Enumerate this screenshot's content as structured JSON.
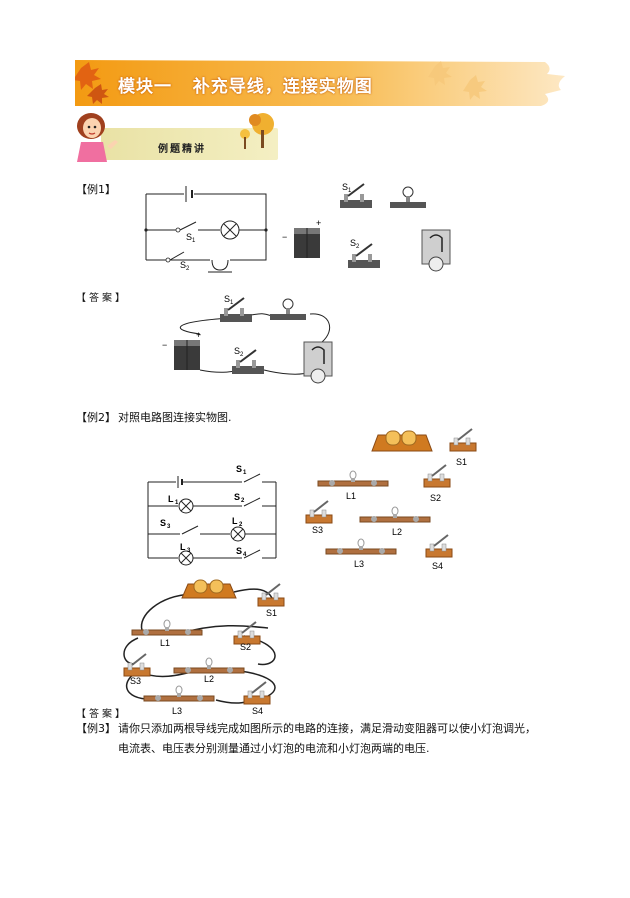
{
  "header": {
    "module_title": "模块一   补充导线，连接实物图",
    "section_title": "例题精讲"
  },
  "examples": [
    {
      "label": "【例1】",
      "answer_label": "【答案】",
      "schematic_labels": {
        "s1": "S",
        "s1_sub": "1",
        "s2": "S",
        "s2_sub": "2"
      },
      "component_labels": {
        "s1": "S",
        "s1_sub": "1",
        "s2": "S",
        "s2_sub": "2",
        "plus": "+",
        "minus": "−"
      },
      "answer_labels": {
        "s1": "S",
        "s1_sub": "1",
        "s2": "S",
        "s2_sub": "2",
        "plus": "+",
        "minus": "−"
      }
    },
    {
      "label": "【例2】",
      "text": "对照电路图连接实物图.",
      "answer_label": "【答案】",
      "schematic_labels": {
        "s1": "S",
        "s1_sub": "1",
        "s2": "S",
        "s2_sub": "2",
        "s3": "S",
        "s3_sub": "3",
        "s4": "S",
        "s4_sub": "4",
        "l1": "L",
        "l1_sub": "1",
        "l2": "L",
        "l2_sub": "2",
        "l3": "L",
        "l3_sub": "3"
      },
      "component_labels": {
        "s1": "S1",
        "s2": "S2",
        "s3": "S3",
        "s4": "S4",
        "l1": "L1",
        "l2": "L2",
        "l3": "L3"
      },
      "answer_labels": {
        "s1": "S1",
        "s2": "S2",
        "s3": "S3",
        "s4": "S4",
        "l1": "L1",
        "l2": "L2",
        "l3": "L3"
      }
    },
    {
      "label": "【例3】",
      "text_line1": "请你只添加两根导线完成如图所示的电路的连接，满足滑动变阻器可以使小灯泡调光，",
      "text_line2": "电流表、电压表分别测量通过小灯泡的电流和小灯泡两端的电压."
    }
  ],
  "colors": {
    "banner_start": "#f7a21b",
    "banner_end": "#fbe3b0",
    "wood": "#c87830",
    "wood_dark": "#8a4a15"
  }
}
